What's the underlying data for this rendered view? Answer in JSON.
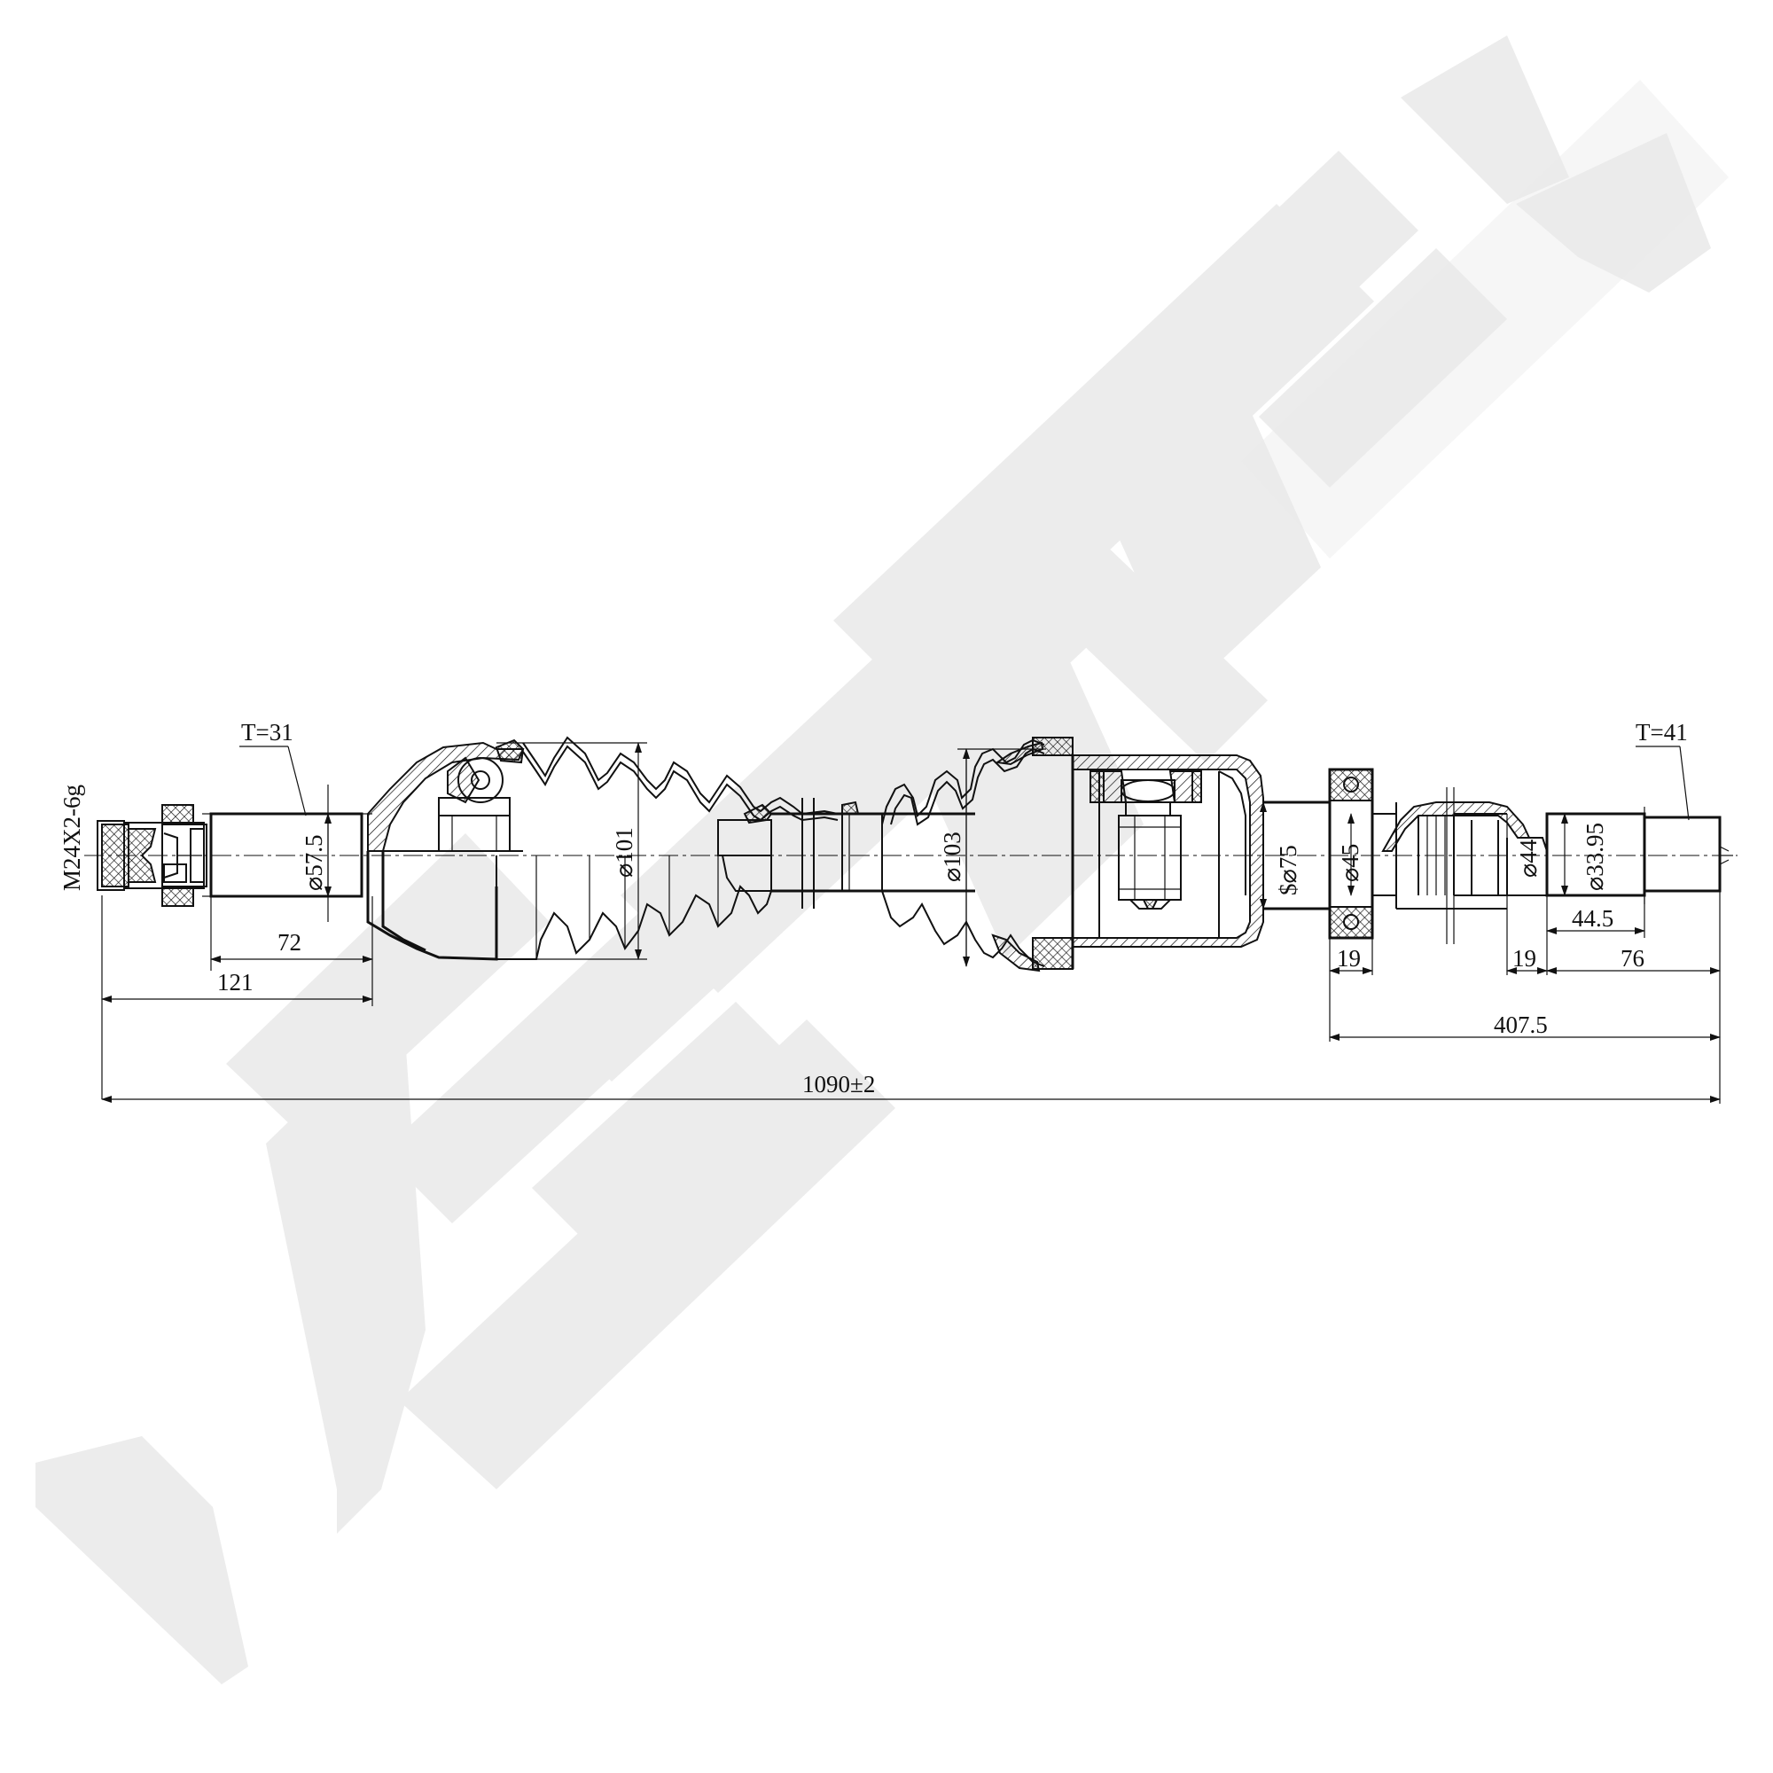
{
  "watermark": {
    "text": "ZENNEK"
  },
  "labels": {
    "thread": "M24X2-6g",
    "t_left": "T=31",
    "t_right": "T=41"
  },
  "dimensions": {
    "d_57_5": "⌀57.5",
    "d_101": "⌀101",
    "d_103": "⌀103",
    "d_75": "$⌀75",
    "d_45": "⌀45",
    "d_44": "⌀44",
    "d_33_95": "⌀33.95",
    "l_72": "72",
    "l_121": "121",
    "l_19a": "19",
    "l_19b": "19",
    "l_44_5": "44.5",
    "l_76": "76",
    "l_407_5": "407.5",
    "l_total": "1090±2"
  }
}
